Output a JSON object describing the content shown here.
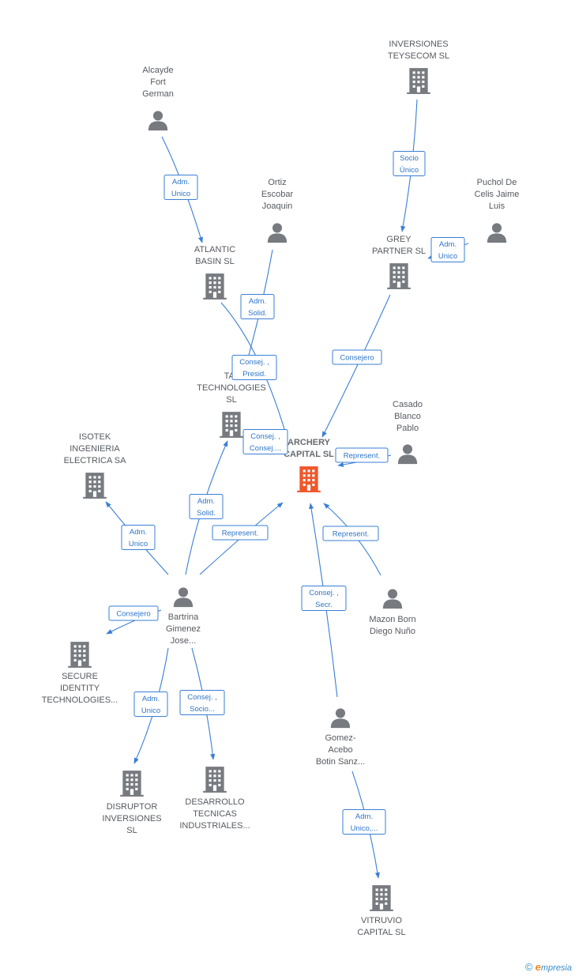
{
  "colors": {
    "edge": "#3a7fd5",
    "node": "#777b80",
    "focus": "#f0562a",
    "label_bg": "#ffffff"
  },
  "focus_company": "ARCHERY CAPITAL SL",
  "nodes": [
    {
      "id": "alcayde",
      "type": "person",
      "lines": [
        "Alcayde",
        "Fort",
        "German"
      ]
    },
    {
      "id": "teysecom",
      "type": "company",
      "lines": [
        "INVERSIONES",
        "TEYSECOM  SL"
      ]
    },
    {
      "id": "ortiz",
      "type": "person",
      "lines": [
        "Ortiz",
        "Escobar",
        "Joaquin"
      ]
    },
    {
      "id": "puchol",
      "type": "person",
      "lines": [
        "Puchol De",
        "Celis Jaime",
        "Luis"
      ]
    },
    {
      "id": "atlantic",
      "type": "company",
      "lines": [
        "ATLANTIC",
        "BASIN  SL"
      ]
    },
    {
      "id": "grey",
      "type": "company",
      "lines": [
        "GREY",
        "PARTNER  SL"
      ]
    },
    {
      "id": "taj",
      "type": "company",
      "lines": [
        "TAJ",
        "TECHNOLOGIES",
        "SL"
      ]
    },
    {
      "id": "casado",
      "type": "person",
      "lines": [
        "Casado",
        "Blanco",
        "Pablo"
      ]
    },
    {
      "id": "archery",
      "type": "focus",
      "lines": [
        "ARCHERY",
        "CAPITAL  SL"
      ]
    },
    {
      "id": "isotek",
      "type": "company",
      "lines": [
        "ISOTEK",
        "INGENIERIA",
        "ELECTRICA SA"
      ]
    },
    {
      "id": "bartrina",
      "type": "person",
      "lines": [
        "Bartrina",
        "Gimenez",
        "Jose..."
      ]
    },
    {
      "id": "mazon",
      "type": "person",
      "lines": [
        "Mazon Born",
        "Diego Nuño"
      ]
    },
    {
      "id": "secure",
      "type": "company",
      "lines": [
        "SECURE",
        "IDENTITY",
        "TECHNOLOGIES..."
      ]
    },
    {
      "id": "gomez",
      "type": "person",
      "lines": [
        "Gomez-",
        "Acebo",
        "Botin Sanz..."
      ]
    },
    {
      "id": "disruptor",
      "type": "company",
      "lines": [
        "DISRUPTOR",
        "INVERSIONES",
        "SL"
      ]
    },
    {
      "id": "desarrollo",
      "type": "company",
      "lines": [
        "DESARROLLO",
        "TECNICAS",
        "INDUSTRIALES..."
      ]
    },
    {
      "id": "vitruvio",
      "type": "company",
      "lines": [
        "VITRUVIO",
        "CAPITAL  SL"
      ]
    }
  ],
  "edges": [
    {
      "id": "e1",
      "lines": [
        "Adm.",
        "Unico"
      ]
    },
    {
      "id": "e2",
      "lines": [
        "Socio",
        "Único"
      ]
    },
    {
      "id": "e3",
      "lines": [
        "Adm.",
        "Unico"
      ]
    },
    {
      "id": "e4",
      "lines": [
        "Adm.",
        "Solid."
      ]
    },
    {
      "id": "e5",
      "lines": [
        "Consej. ,",
        "Presid."
      ]
    },
    {
      "id": "e6",
      "lines": [
        "Consejero"
      ]
    },
    {
      "id": "e7",
      "lines": [
        "Consej. ,",
        "Consej...."
      ]
    },
    {
      "id": "e8",
      "lines": [
        "Represent."
      ]
    },
    {
      "id": "e9",
      "lines": [
        "Adm.",
        "Solid."
      ]
    },
    {
      "id": "e10",
      "lines": [
        "Adm.",
        "Unico"
      ]
    },
    {
      "id": "e11",
      "lines": [
        "Represent."
      ]
    },
    {
      "id": "e12",
      "lines": [
        "Represent."
      ]
    },
    {
      "id": "e13",
      "lines": [
        "Consej. ,",
        "Secr."
      ]
    },
    {
      "id": "e14",
      "lines": [
        "Consejero"
      ]
    },
    {
      "id": "e15",
      "lines": [
        "Adm.",
        "Unico"
      ]
    },
    {
      "id": "e16",
      "lines": [
        "Consej. ,",
        "Socio..."
      ]
    },
    {
      "id": "e17",
      "lines": [
        "Adm.",
        "Unico,..."
      ]
    }
  ],
  "footer": {
    "copyright": "©",
    "brand_first": "e",
    "brand_rest": "mpresia"
  }
}
